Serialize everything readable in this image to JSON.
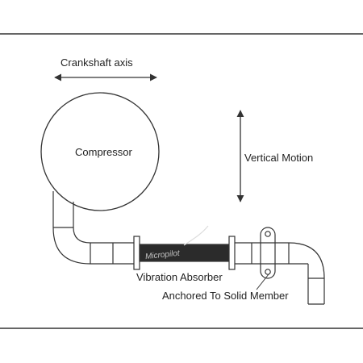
{
  "labels": {
    "crankshaft_axis": "Crankshaft axis",
    "compressor": "Compressor",
    "vertical_motion": "Vertical Motion",
    "vibration_absorber": "Vibration Absorber",
    "anchored": "Anchored To Solid Member",
    "watermark": "Micropilot"
  },
  "colors": {
    "stroke": "#333333",
    "absorber_fill": "#2b2b2b",
    "background": "#ffffff"
  }
}
